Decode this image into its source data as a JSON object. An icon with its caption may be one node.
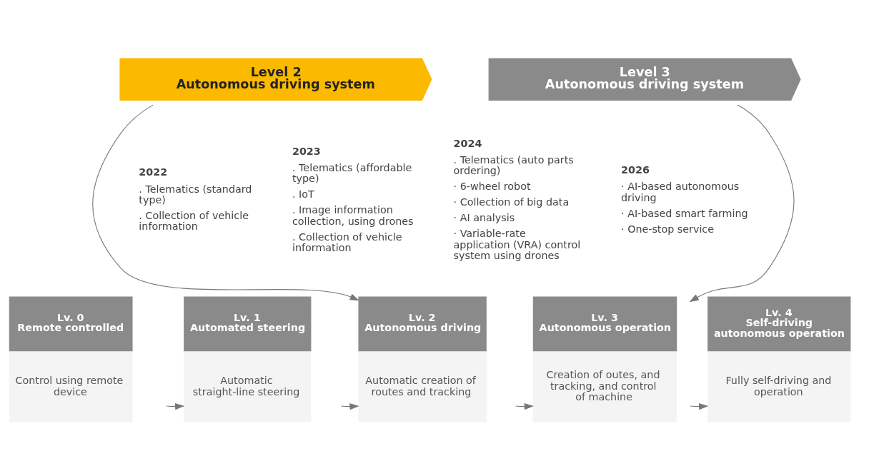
{
  "diagram": {
    "nodes": [
      {
        "text": [
          "Level 2",
          "Autonomous driving system"
        ]
      },
      {
        "text": [
          "Level 3",
          "Autonomous driving system"
        ]
      },
      {
        "text": [
          "Lv. 0",
          "Remote controlled",
          "Control using remote device"
        ]
      },
      {
        "text": [
          "Lv. 1",
          "Automated steering",
          "Automatic straight-line steering"
        ]
      },
      {
        "text": [
          "Lv. 2",
          "Autonomous driving",
          "Automatic creation of routes and tracking"
        ]
      },
      {
        "text": [
          "Lv. 3",
          "Autonomous operation",
          "Creation of outes, and tracking, and control of machine"
        ]
      },
      {
        "text": [
          "Lv. 4",
          "Self-driving autonomous operation",
          "Fully self-driving and operation"
        ]
      }
    ],
    "edges": [
      {
        "from": 0,
        "to": 4,
        "arrow": "to"
      },
      {
        "from": 1,
        "to": 5,
        "arrow": "to"
      },
      {
        "from": 2,
        "to": 3,
        "arrow": "to"
      },
      {
        "from": 3,
        "to": 4,
        "arrow": "to"
      },
      {
        "from": 4,
        "to": 5,
        "arrow": "to"
      },
      {
        "from": 5,
        "to": 6,
        "arrow": "to"
      }
    ],
    "labels": [
      "2022",
      ". Telematics (standard type)",
      ". Collection of vehicle information",
      "2023",
      ". Telematics (affordable type)",
      ". IoT",
      ". Image information collection, using drones",
      ". Collection of vehicle information",
      "2024",
      ". Telematics (auto parts ordering)",
      "· 6-wheel robot",
      "· Collection of big data",
      "· AI analysis",
      "· Variable-rate application (VRA) control system using drones",
      "2026",
      "· AI-based autonomous driving",
      "· AI-based smart farming",
      "· One-stop service"
    ]
  }
}
